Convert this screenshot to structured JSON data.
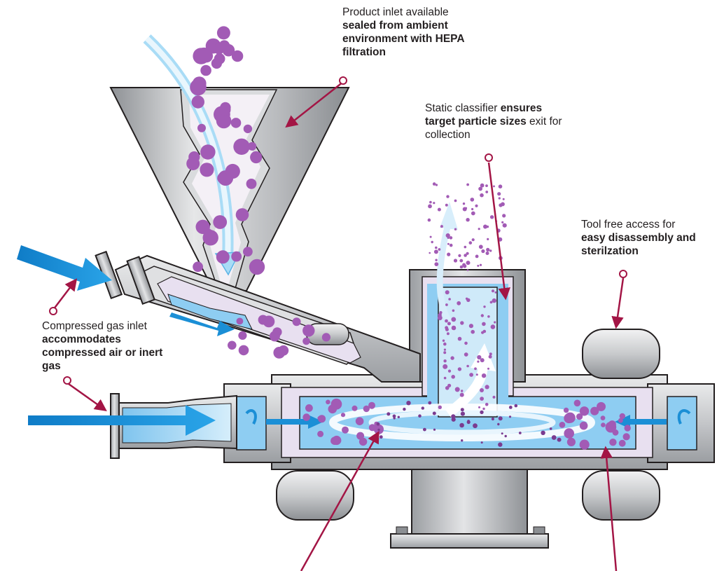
{
  "callouts": {
    "product_inlet": {
      "plain": "Product inlet available",
      "bold": "sealed from ambient environment with HEPA filtration"
    },
    "static_classifier": {
      "plain_before": "Static classifier",
      "bold": "ensures target particle sizes",
      "plain_after": "exit for collection"
    },
    "tool_free": {
      "plain": "Tool free access for",
      "bold": "easy disassembly and sterilzation"
    },
    "compressed_gas": {
      "plain": "Compressed gas inlet",
      "bold": "accommodates compressed air or inert gas"
    }
  },
  "colors": {
    "steel_light": "#dcdddf",
    "steel_mid": "#b3b5b8",
    "steel_dark": "#8c8f93",
    "outline": "#231f20",
    "air_blue": "#1b8fd6",
    "chamber_blue": "#8ecdf2",
    "chamber_light": "#cfeaf9",
    "particle": "#a25bb5",
    "particle_dark": "#7a3b90",
    "callout": "#a31545",
    "liner": "#e8e0f0"
  }
}
